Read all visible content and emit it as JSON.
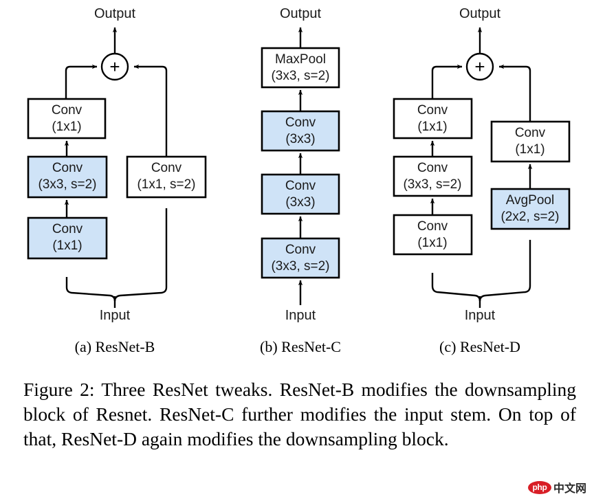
{
  "figure": {
    "number": "Figure 2",
    "caption": "Figure 2:  Three ResNet tweaks.  ResNet-B modifies the downsampling block of Resnet. ResNet-C further modifies the input stem. On top of that, ResNet-D again modifies the downsampling block.",
    "colors": {
      "block_fill_highlight": "#cfe3f7",
      "block_fill_plain": "#ffffff",
      "stroke": "#000000",
      "watermark_red": "#d81e26"
    }
  },
  "panels": [
    {
      "id": "a",
      "subcaption": "(a) ResNet-B",
      "output_label": "Output",
      "input_label": "Input",
      "merge_op": "+",
      "blocks": [
        {
          "name": "conv-1x1-top",
          "line1": "Conv",
          "line2": "(1x1)",
          "highlight": false
        },
        {
          "name": "conv-3x3-s2",
          "line1": "Conv",
          "line2": "(3x3, s=2)",
          "highlight": true
        },
        {
          "name": "conv-1x1-bottom",
          "line1": "Conv",
          "line2": "(1x1)",
          "highlight": true
        },
        {
          "name": "conv-1x1-s2-shortcut",
          "line1": "Conv",
          "line2": "(1x1, s=2)",
          "highlight": false
        }
      ]
    },
    {
      "id": "b",
      "subcaption": "(b) ResNet-C",
      "output_label": "Output",
      "input_label": "Input",
      "merge_op": "",
      "blocks": [
        {
          "name": "maxpool-3x3-s2",
          "line1": "MaxPool",
          "line2": "(3x3, s=2)",
          "highlight": false
        },
        {
          "name": "conv-3x3-upper",
          "line1": "Conv",
          "line2": "(3x3)",
          "highlight": true
        },
        {
          "name": "conv-3x3-lower",
          "line1": "Conv",
          "line2": "(3x3)",
          "highlight": true
        },
        {
          "name": "conv-3x3-s2",
          "line1": "Conv",
          "line2": "(3x3, s=2)",
          "highlight": true
        }
      ]
    },
    {
      "id": "c",
      "subcaption": "(c) ResNet-D",
      "output_label": "Output",
      "input_label": "Input",
      "merge_op": "+",
      "blocks": [
        {
          "name": "conv-1x1-top",
          "line1": "Conv",
          "line2": "(1x1)",
          "highlight": false
        },
        {
          "name": "conv-3x3-s2",
          "line1": "Conv",
          "line2": "(3x3, s=2)",
          "highlight": false
        },
        {
          "name": "conv-1x1-bottom",
          "line1": "Conv",
          "line2": "(1x1)",
          "highlight": false
        },
        {
          "name": "conv-1x1-shortcut",
          "line1": "Conv",
          "line2": "(1x1)",
          "highlight": false
        },
        {
          "name": "avgpool-2x2-s2",
          "line1": "AvgPool",
          "line2": "(2x2, s=2)",
          "highlight": true
        }
      ]
    }
  ],
  "watermark": {
    "badge": "php",
    "text": "中文网"
  }
}
